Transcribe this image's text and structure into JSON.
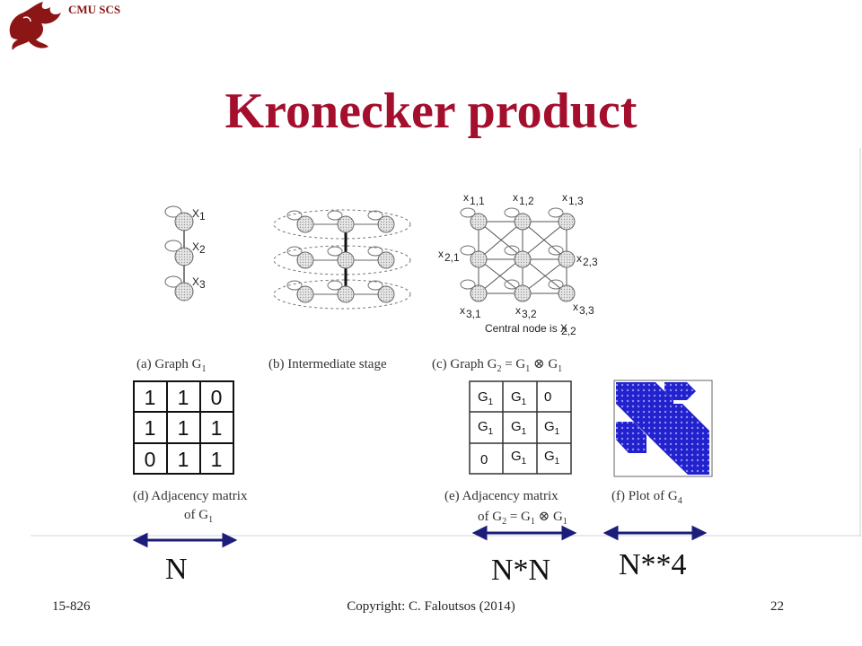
{
  "header": {
    "label": "CMU SCS",
    "logo_icon": "dragon-logo-icon"
  },
  "slide": {
    "title": "Kronecker product"
  },
  "figure": {
    "g1_labels": [
      "X",
      "X",
      "X"
    ],
    "g1_subs": [
      "1",
      "2",
      "3"
    ],
    "g2_labels": [
      "x",
      "x",
      "x",
      "x",
      "x",
      "x",
      "x"
    ],
    "g2_subs": [
      "1,1",
      "1,2",
      "1,3",
      "2,1",
      "2,3",
      "3,1",
      "3,2",
      "3,3"
    ],
    "central_note": "Central node is X",
    "central_sub": "2,2",
    "caption_a": "(a) Graph G",
    "caption_a_sub": "1",
    "caption_b": "(b) Intermediate stage",
    "caption_c": "(c) Graph G",
    "caption_c_sub": "2",
    "caption_c_rest": " = G",
    "caption_c_sub2": "1",
    "caption_c_op": " ⊗ G",
    "caption_c_sub3": "1",
    "caption_d_line1": "(d) Adjacency matrix",
    "caption_d_line2": "of G",
    "caption_d_sub": "1",
    "caption_e_line1": "(e) Adjacency matrix",
    "caption_e_line2": "of G",
    "caption_e_sub": "2",
    "caption_e_rest": " = G",
    "caption_e_sub2": "1",
    "caption_e_op": " ⊗ G",
    "caption_e_sub3": "1",
    "caption_f": "(f) Plot of G",
    "caption_f_sub": "4",
    "matrix_d": [
      [
        "1",
        "1",
        "0"
      ],
      [
        "1",
        "1",
        "1"
      ],
      [
        "0",
        "1",
        "1"
      ]
    ],
    "matrix_e": [
      [
        "G",
        "G",
        "0"
      ],
      [
        "G",
        "G",
        "G"
      ],
      [
        "0",
        "G",
        "G"
      ]
    ],
    "matrix_e_sub": "1"
  },
  "size_labels": {
    "n": "N",
    "nn": "N*N",
    "n4": "N**4"
  },
  "footer": {
    "left": "15-826",
    "center": "Copyright: C. Faloutsos (2014)",
    "right": "22"
  },
  "colors": {
    "title": "#a30f2d",
    "arrow": "#1c1c7a",
    "plot": "#2222cc"
  }
}
